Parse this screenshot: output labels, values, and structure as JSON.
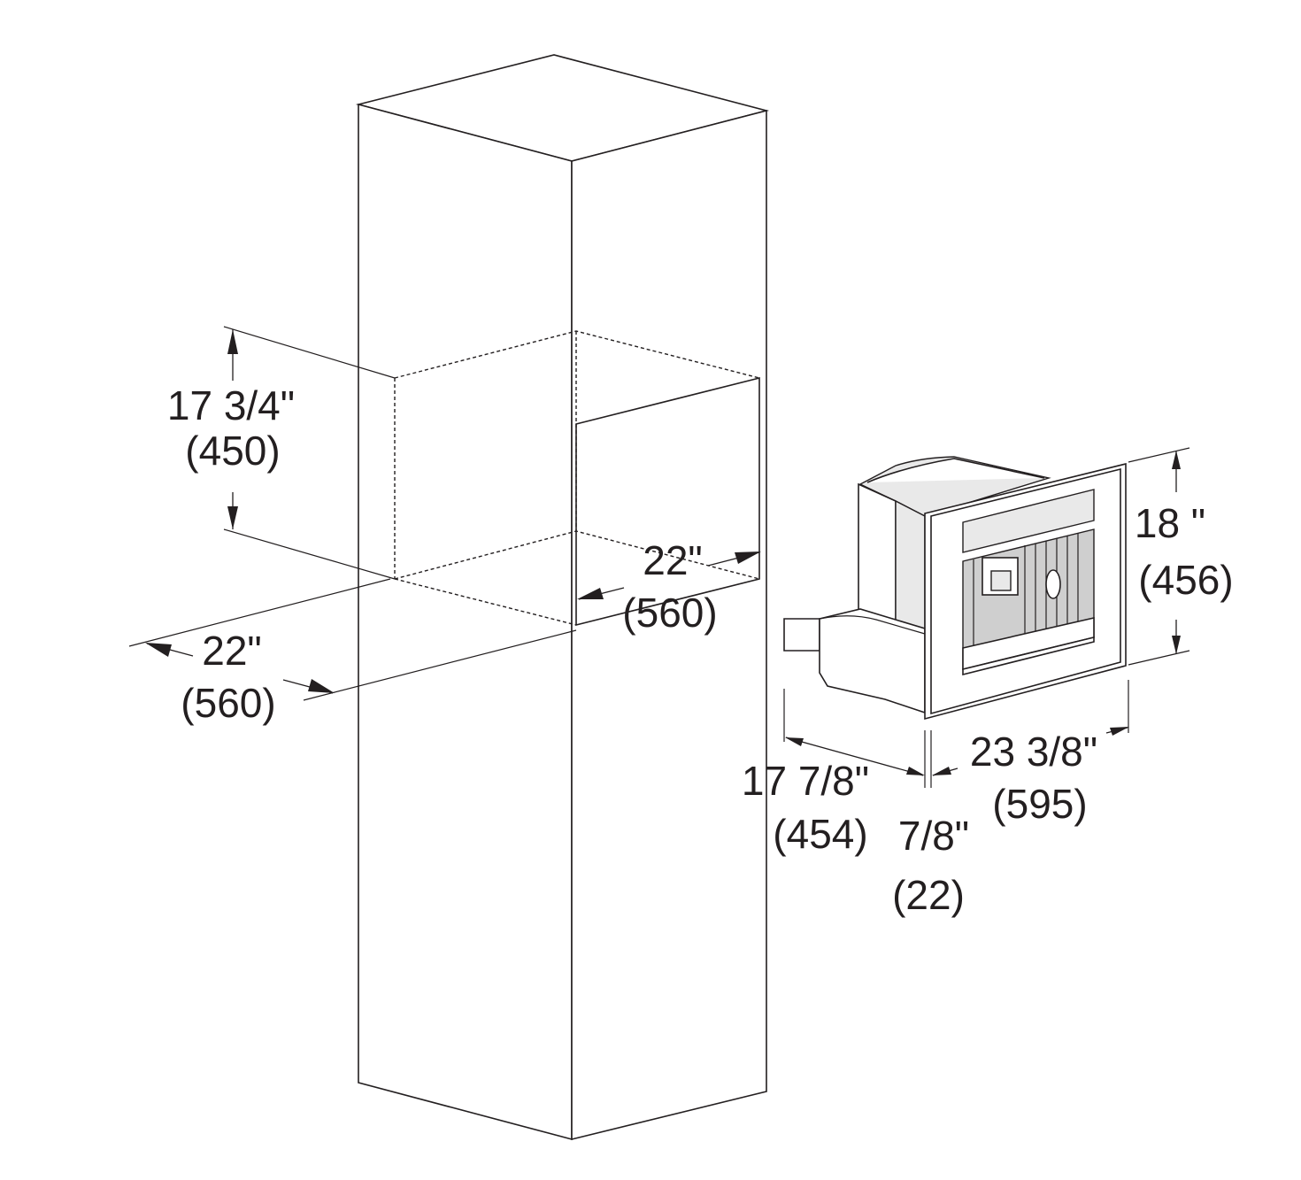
{
  "diagram": {
    "cutout": {
      "height_in": "17 3/4\"",
      "height_mm": "(450)",
      "depth_in": "22\"",
      "depth_mm": "(560)",
      "width_in": "22\"",
      "width_mm": "(560)"
    },
    "appliance": {
      "height_in": "18 \"",
      "height_mm": "(456)",
      "depth_in": "17 7/8\"",
      "depth_mm": "(454)",
      "frame_in": "7/8\"",
      "frame_mm": "(22)",
      "width_in": "23 3/8\"",
      "width_mm": "(595)"
    }
  }
}
